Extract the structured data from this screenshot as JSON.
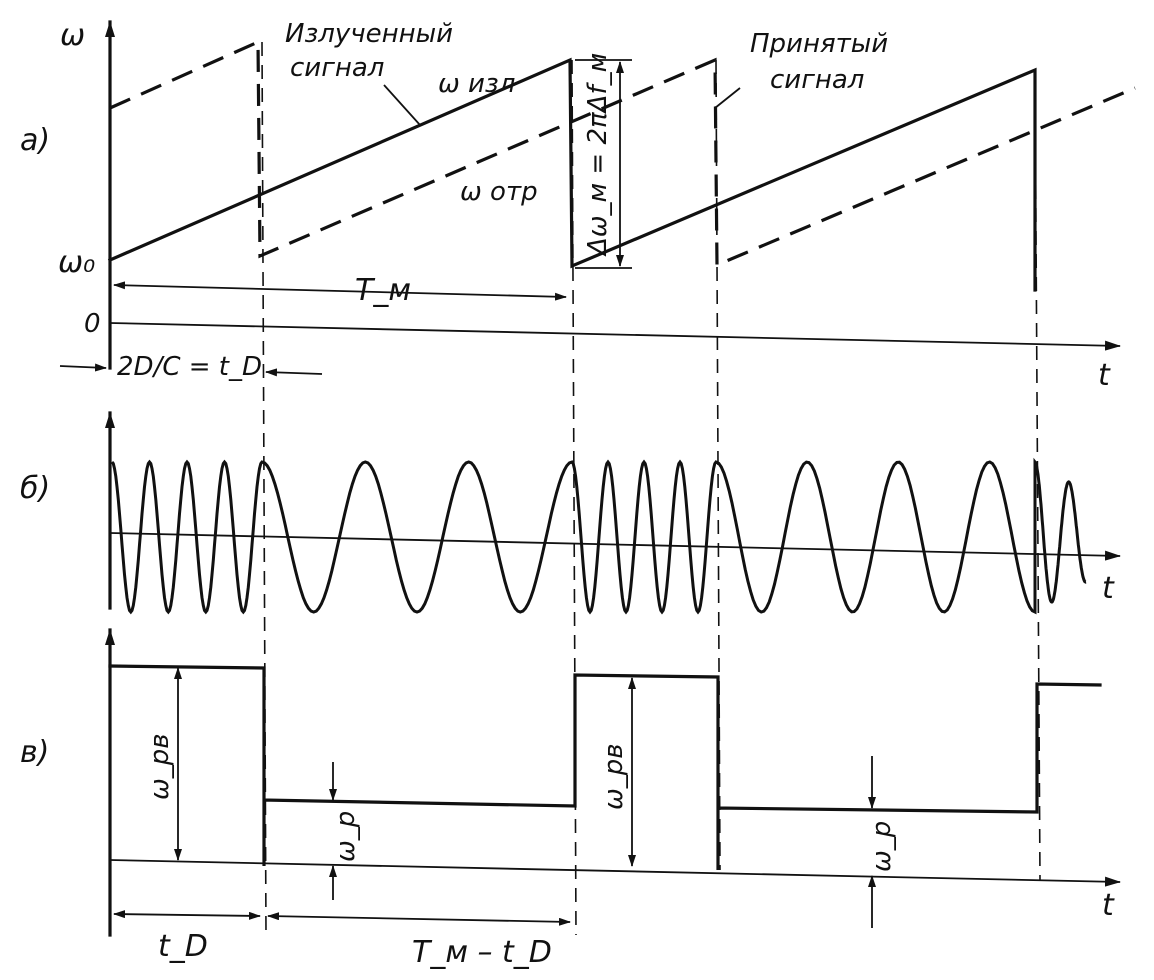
{
  "panels": {
    "a": "а)",
    "b": "б)",
    "c": "в)"
  },
  "axes": {
    "omega": "ω",
    "t": "t",
    "omega0": "ω₀",
    "zero": "0"
  },
  "labels": {
    "emitted_line1": "Излученный",
    "emitted_line2": "сигнал",
    "omega_emit": "ω изл",
    "received_line1": "Принятый",
    "received_line2": "сигнал",
    "omega_refl": "ω отр",
    "delta_omega": "Δω_м = 2πΔf_м",
    "period": "T_м",
    "delay": "2D/C = t_D",
    "omega_pv_1": "ω_рв",
    "omega_p_1": "ω_р",
    "omega_pv_2": "ω_рв",
    "omega_p_2": "ω_р",
    "t_D": "t_D",
    "T_minus_t": "T_м – t_D"
  }
}
